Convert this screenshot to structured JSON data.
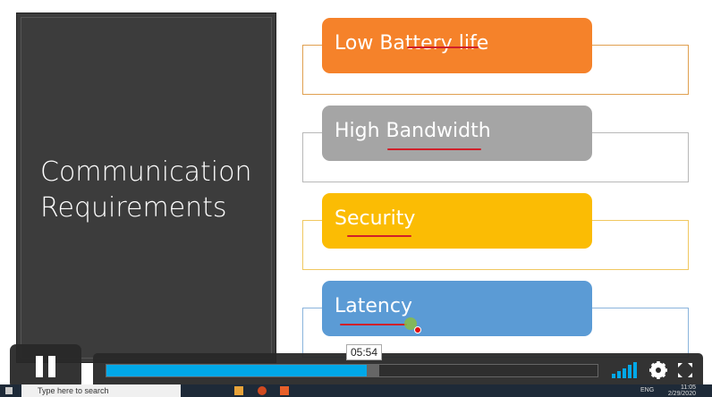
{
  "slide": {
    "title_line1": "Communication",
    "title_line2": "Requirements",
    "items": [
      {
        "label": "Low Battery life",
        "color": "#f5822a",
        "outline": "#e0a050"
      },
      {
        "label": "High Bandwidth",
        "color": "#a5a5a5",
        "outline": "#b8b8b8"
      },
      {
        "label": "Security",
        "color": "#fbbc04",
        "outline": "#f0c860"
      },
      {
        "label": "Latency",
        "color": "#5b9bd5",
        "outline": "#8ab4dc"
      }
    ]
  },
  "player": {
    "current_time_tooltip": "05:54",
    "played_fraction": 0.53,
    "buffered_fraction": 0.556,
    "accent": "#00a8e8"
  },
  "taskbar": {
    "search_placeholder": "Type here to search",
    "language": "ENG",
    "time": "11:05",
    "date": "2/29/2020"
  }
}
